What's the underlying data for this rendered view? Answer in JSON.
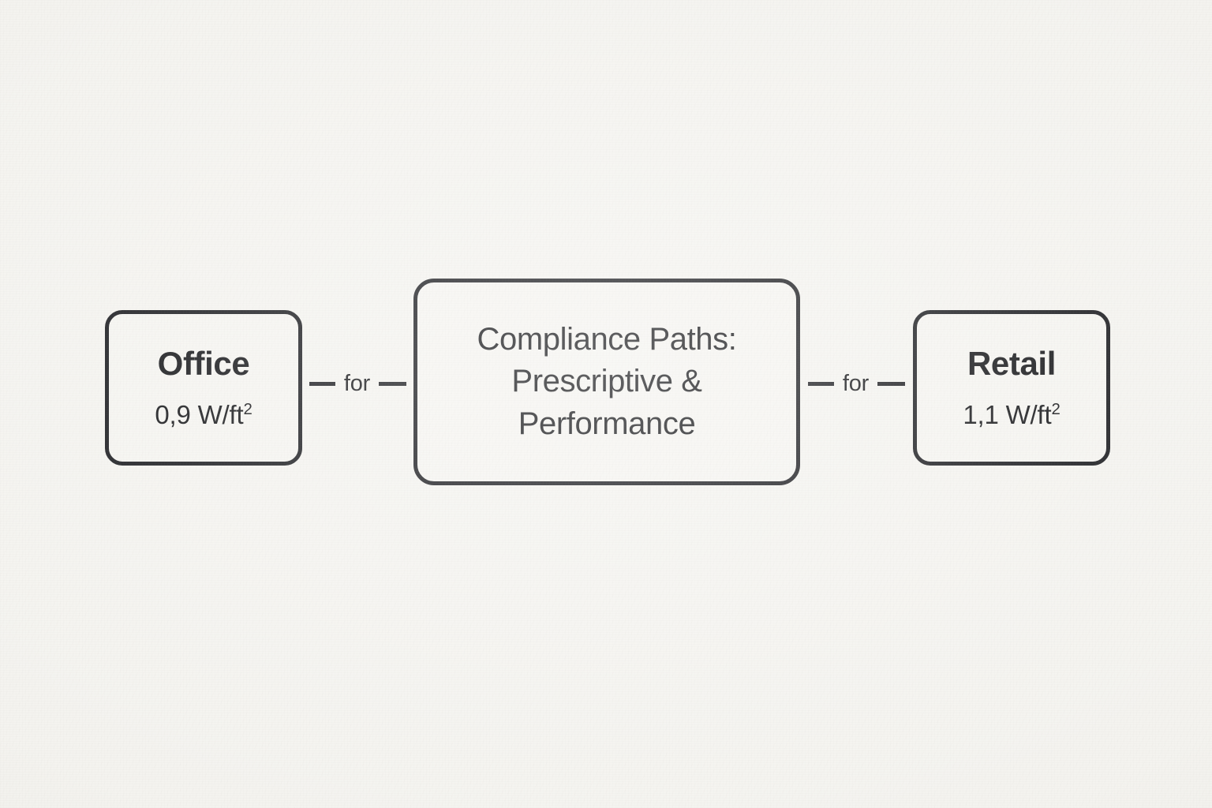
{
  "canvas": {
    "background_color": "#f4f3ef",
    "ink_color": "#15161a",
    "text_color": "#0e0f12"
  },
  "diagram": {
    "type": "flow",
    "orientation": "horizontal",
    "nodes": [
      {
        "id": "office",
        "title": "Office",
        "value": "0,9 W/ft",
        "value_superscript": "2",
        "value_full": "0,9 W/ft²"
      },
      {
        "id": "compliance-paths",
        "lines": [
          "Compliance Paths:",
          "Prescriptive &",
          "Performance"
        ],
        "text_full": "Compliance Paths: Prescriptive & Performance"
      },
      {
        "id": "retail",
        "title": "Retail",
        "value": "1,1 W/ft",
        "value_superscript": "2",
        "value_full": "1,1 W/ft²"
      }
    ],
    "connectors": [
      {
        "id": "office-to-center",
        "label": "for",
        "from": "office",
        "to": "compliance-paths"
      },
      {
        "id": "center-to-retail",
        "label": "for",
        "from": "compliance-paths",
        "to": "retail"
      }
    ]
  }
}
